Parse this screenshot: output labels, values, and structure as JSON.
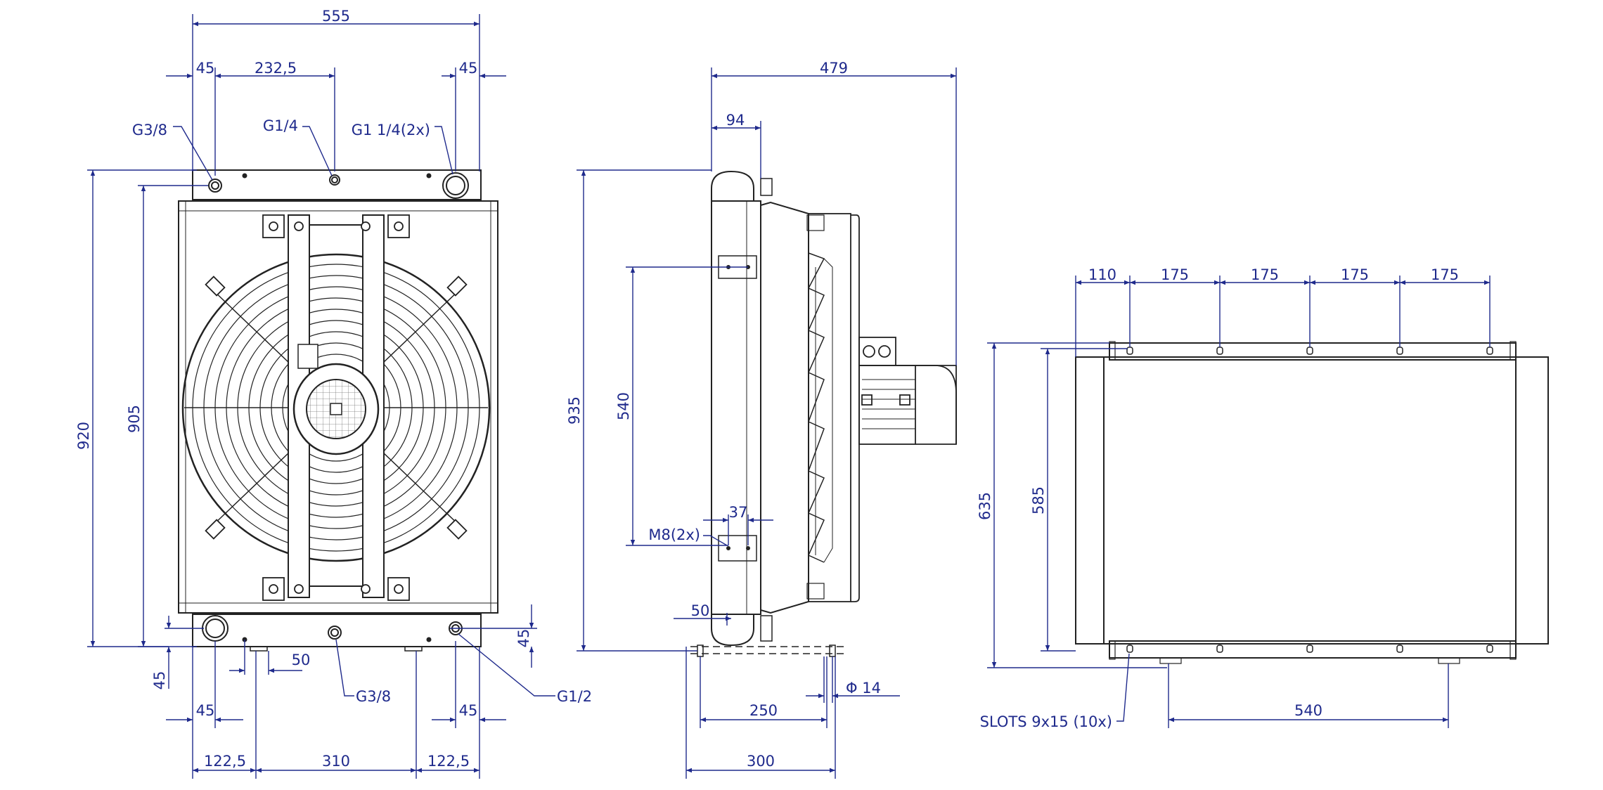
{
  "colors": {
    "dimension": "#1f2a8c",
    "outline": "#222222",
    "thin": "#555555",
    "background": "#ffffff"
  },
  "front_view": {
    "dims": {
      "width_total": "555",
      "left_offset": "45",
      "center_offset": "232,5",
      "right_offset": "45",
      "height_total": "920",
      "height_core": "905",
      "bottom_left": "45",
      "bottom_right": "45",
      "port_spacing": "50",
      "bottom_foot_left": "45",
      "bottom_foot_right": "45",
      "foot_left": "122,5",
      "foot_center": "310",
      "foot_right": "122,5"
    },
    "ports": {
      "top_left": "G3/8",
      "top_center": "G1/4",
      "top_right": "G1 1/4(2x)",
      "bottom_center": "G3/8",
      "bottom_right": "G1/2"
    }
  },
  "side_view": {
    "dims": {
      "depth_total": "479",
      "depth_core": "94",
      "height": "935",
      "bolt_spacing": "540",
      "bolt_width": "37",
      "bottom_offset": "50",
      "foot_span": "250",
      "foot_total": "300",
      "hole_diameter": "Φ 14"
    },
    "labels": {
      "bolts": "M8(2x)"
    }
  },
  "bottom_view": {
    "dims": {
      "first_slot": "110",
      "pitch_1": "175",
      "pitch_2": "175",
      "pitch_3": "175",
      "pitch_4": "175",
      "height_total": "635",
      "height_inner": "585",
      "foot_span": "540"
    },
    "labels": {
      "slots": "SLOTS 9x15 (10x)"
    }
  }
}
